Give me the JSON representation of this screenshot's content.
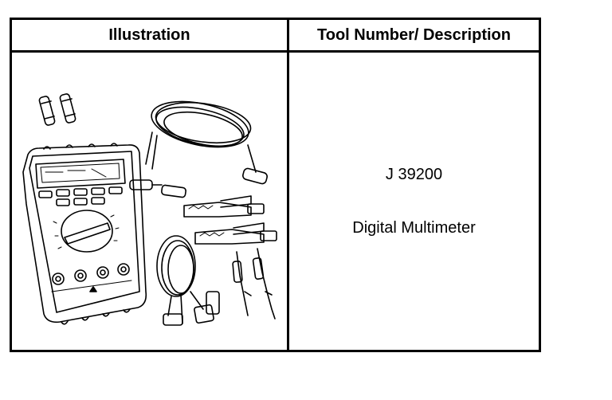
{
  "table": {
    "header_illustration": "Illustration",
    "header_tool": "Tool Number/ Description"
  },
  "tool": {
    "number": "J 39200",
    "description": "Digital Multimeter"
  }
}
